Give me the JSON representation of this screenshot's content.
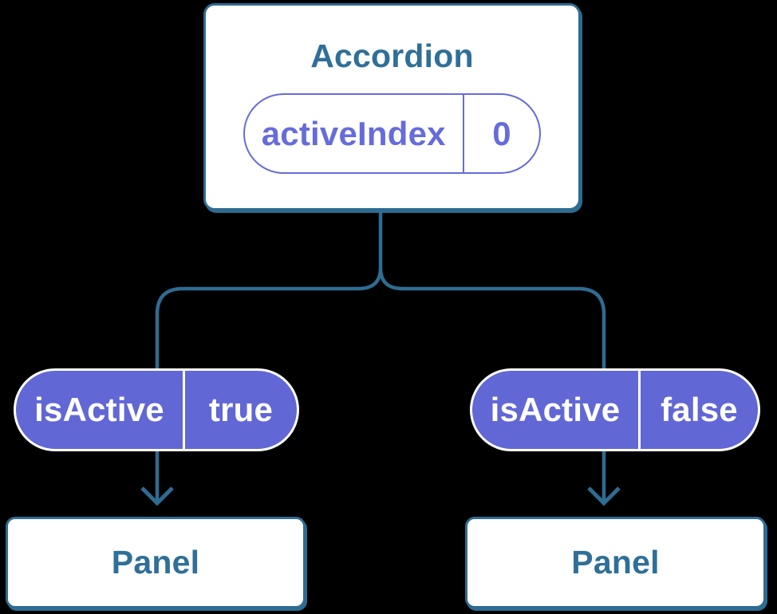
{
  "diagram": {
    "colors": {
      "line": "#2E6C92",
      "node-text": "#2F6F99",
      "purple-fill": "#6167D5",
      "purple-text": "#666CDB",
      "node-bg": "#FFFFFF",
      "background": "#000000",
      "pill-text": "#FFFFFF"
    },
    "root": {
      "title": "Accordion",
      "state": {
        "label": "activeIndex",
        "value": "0"
      }
    },
    "props": [
      {
        "label": "isActive",
        "value": "true"
      },
      {
        "label": "isActive",
        "value": "false"
      }
    ],
    "children": [
      {
        "title": "Panel"
      },
      {
        "title": "Panel"
      }
    ]
  }
}
